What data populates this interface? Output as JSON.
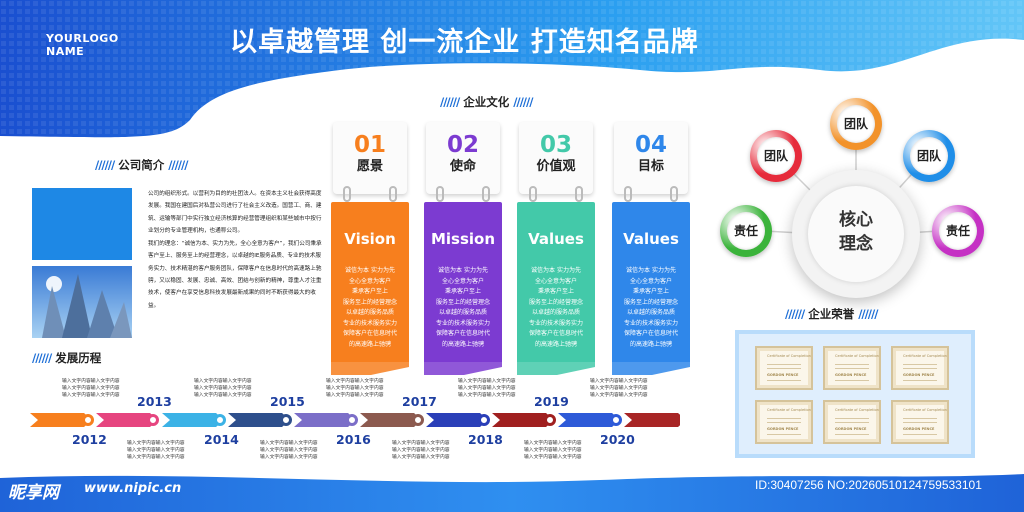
{
  "header": {
    "logo_line1": "YOURLOGO",
    "logo_line2": "NAME",
    "slogan": "以卓越管理 创一流企业 打造知名品牌",
    "color_primary": "#1e6fd6",
    "color_light": "#4fb4f5"
  },
  "intro": {
    "slashes_left": "//////",
    "title": "公司简介",
    "slashes_right": "//////",
    "para1": "公司的组织形式。以营利为目的的社团法人。在资本主义社会获得高度发展。我国在建国后对私营公司进行了社会主义改造。国营工、商、建筑、运输等部门中实行独立经济核算的经营管理组织和某些城市中按行业划分的专业管理机构，也通称公司。",
    "para2": "我们的理念：“诚信为本、实力为先，全心全意为客户”，我们公司秉承客户至上、服务至上的经营理念，以卓越的IE服务品质、专业的技术服务实力、技术精湛的客户服务团队，保障客户在信息时代的高速路上驰骋，又以稳固、发展、忠诚、高效、团结与创新的精神，尊重人才注重技术，使客户在享受信息科技发展最新成果的同时不断获得最大的收益。"
  },
  "culture": {
    "slashes_left": "//////",
    "title": "企业文化",
    "slashes_right": "//////",
    "cards": [
      {
        "num": "01",
        "name": "愿景",
        "title": "Vision",
        "color": "#f77f1e",
        "num_color": "#f77f1e",
        "desc": "诚信为本  实力为先\n全心全意为客户\n秉承客户至上\n服务至上的经营理念\n以卓越的服务品质\n专业的技术服务实力\n保障客户在信息时代\n的高速路上驰骋"
      },
      {
        "num": "02",
        "name": "使命",
        "title": "Mission",
        "color": "#7c3bd1",
        "num_color": "#7c3bd1",
        "desc": "诚信为本  实力为先\n全心全意为客户\n秉承客户至上\n服务至上的经营理念\n以卓越的服务品质\n专业的技术服务实力\n保障客户在信息时代\n的高速路上驰骋"
      },
      {
        "num": "03",
        "name": "价值观",
        "title": "Values",
        "color": "#43c9a9",
        "num_color": "#43c9a9",
        "desc": "诚信为本  实力为先\n全心全意为客户\n秉承客户至上\n服务至上的经营理念\n以卓越的服务品质\n专业的技术服务实力\n保障客户在信息时代\n的高速路上驰骋"
      },
      {
        "num": "04",
        "name": "目标",
        "title": "Values",
        "color": "#2f87ea",
        "num_color": "#2f87ea",
        "desc": "诚信为本  实力为先\n全心全意为客户\n秉承客户至上\n服务至上的经营理念\n以卓越的服务品质\n专业的技术服务实力\n保障客户在信息时代\n的高速路上驰骋"
      }
    ]
  },
  "core": {
    "line1": "核心",
    "line2": "理念",
    "nodes": [
      {
        "label": "团队",
        "color": "#e62b3b"
      },
      {
        "label": "团队",
        "color": "#f2922a"
      },
      {
        "label": "团队",
        "color": "#1f8ee8"
      },
      {
        "label": "责任",
        "color": "#3bb33b"
      },
      {
        "label": "责任",
        "color": "#c531c4"
      }
    ]
  },
  "honor": {
    "slashes_left": "//////",
    "title": "企业荣誉",
    "slashes_right": "//////",
    "cert_title": "Certificate of Completion",
    "cert_name": "GORDON PENCE"
  },
  "history": {
    "slashes_left": "//////",
    "title": "发展历程",
    "input_text": "输入文字内容输入文字内容\n输入文字内容输入文字内容\n输入文字内容输入文字内容",
    "years": [
      "2012",
      "2013",
      "2014",
      "2015",
      "2016",
      "2017",
      "2018",
      "2019",
      "2020"
    ],
    "arrow_colors": [
      "#f77f1e",
      "#e6457f",
      "#3bb2e6",
      "#2e4f8c",
      "#7b6ec8",
      "#8c5a4f",
      "#2a3fb8",
      "#a01f1f",
      "#2e5ad8",
      "#a82525"
    ]
  },
  "watermark": {
    "site": "昵享网",
    "url": "www.nipic.cn",
    "id": "ID:30407256 NO:20260510124759533101"
  }
}
